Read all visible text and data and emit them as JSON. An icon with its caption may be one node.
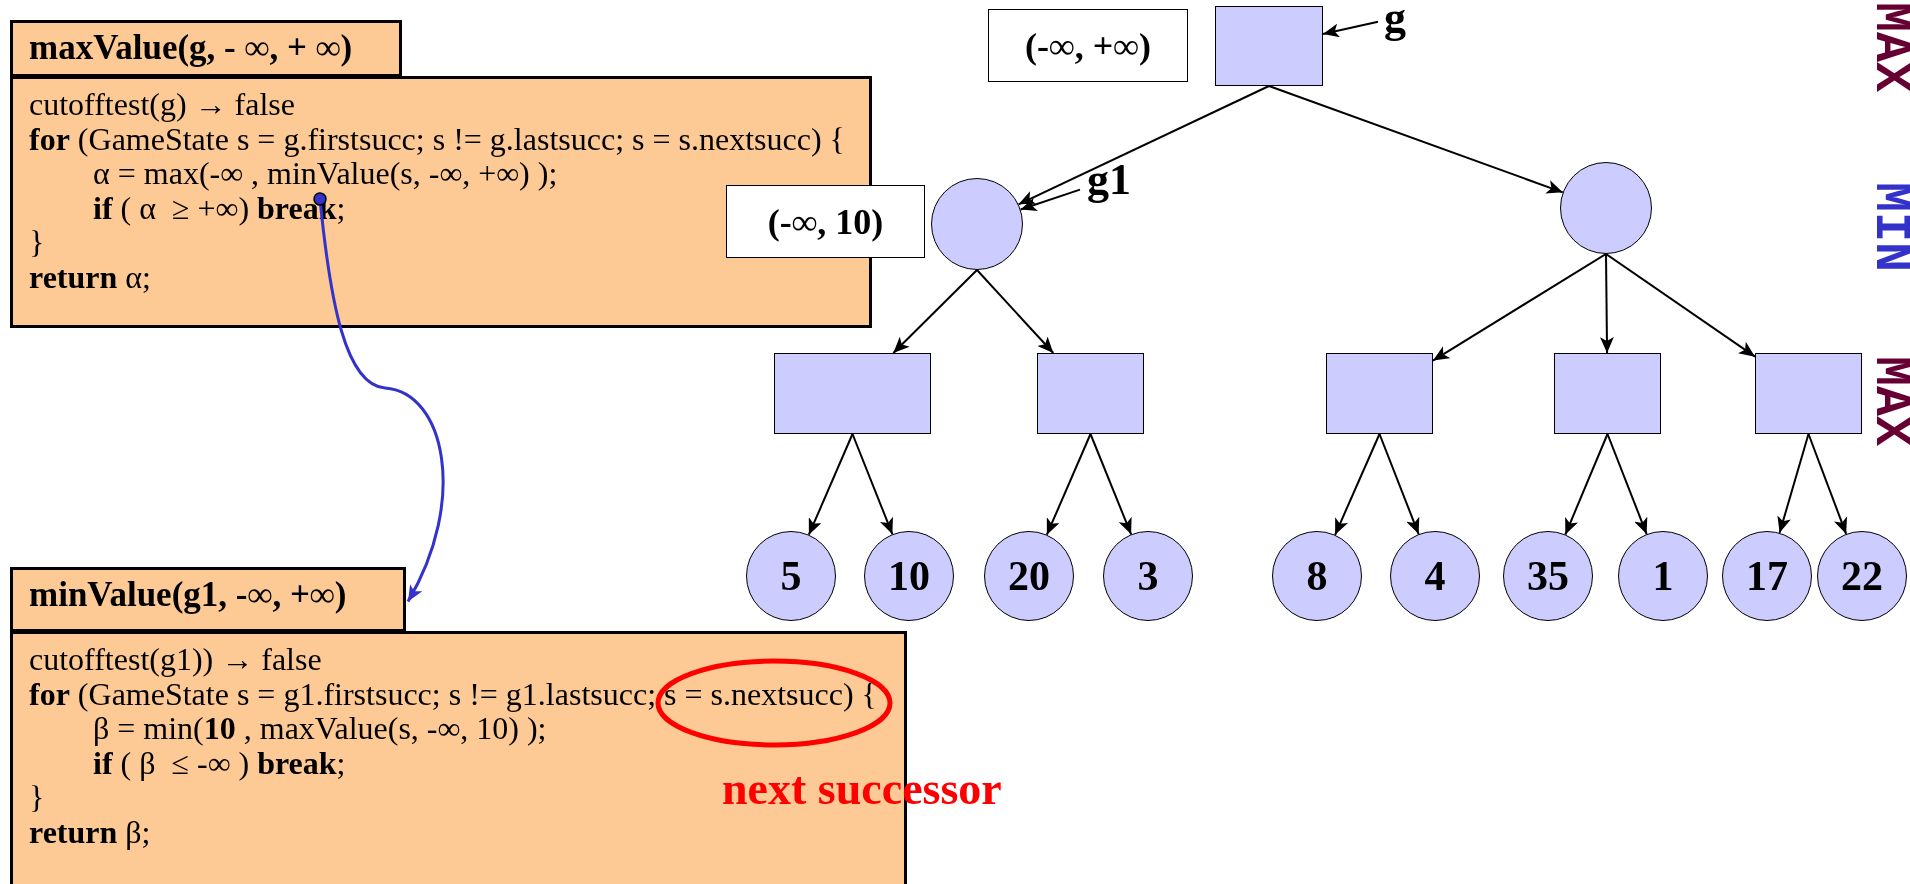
{
  "diagram": {
    "nodes": [
      {
        "text": [
          "maxValue(g, - ∞, + ∞)"
        ]
      },
      {
        "text": [
          "cutofftest(g) → false",
          "**for** (GameState s = g.firstsucc; s != g.lastsucc; s = s.nextsucc) {",
          "α = max(-∞ , minValue(s, -∞, +∞) );",
          "**if** ( α  ≥ +∞) **break**;",
          "}",
          "**return** α;"
        ]
      },
      {
        "text": [
          "minValue(g1, -∞, +∞)"
        ]
      },
      {
        "text": [
          "cutofftest(g1)) → false",
          "**for** (GameState s = g1.firstsucc; s != g1.lastsucc; s = s.nextsucc) {",
          "β = min(**10** , maxValue(s, -∞, 10) );",
          "**if** ( β  ≤ -∞ ) **break**;",
          "}",
          "**return** β;"
        ]
      },
      {
        "text": [
          "(-∞, +∞)"
        ]
      },
      {
        "text": [],
        "shape": "box"
      },
      {
        "text": [
          "g"
        ]
      },
      {
        "text": [
          "(-∞, 10)"
        ]
      },
      {
        "text": [],
        "shape": "circle"
      },
      {
        "text": [
          "g1"
        ]
      },
      {
        "text": [],
        "shape": "circle"
      },
      {
        "text": [],
        "shape": "box"
      },
      {
        "text": [],
        "shape": "box"
      },
      {
        "text": [],
        "shape": "box"
      },
      {
        "text": [],
        "shape": "box"
      },
      {
        "text": [],
        "shape": "box"
      },
      {
        "text": [
          "5"
        ]
      },
      {
        "text": [
          "10"
        ]
      },
      {
        "text": [
          "20"
        ]
      },
      {
        "text": [
          "3"
        ]
      },
      {
        "text": [
          "8"
        ]
      },
      {
        "text": [
          "4"
        ]
      },
      {
        "text": [
          "35"
        ]
      },
      {
        "text": [
          "1"
        ]
      },
      {
        "text": [
          "17"
        ]
      },
      {
        "text": [
          "22"
        ]
      }
    ],
    "edges": [
      {
        "from": 1,
        "to": 2,
        "arrow": "to",
        "color": "#3333cc"
      },
      {
        "from": 6,
        "to": 5,
        "arrow": "to"
      },
      {
        "from": 9,
        "to": 8,
        "arrow": "to"
      },
      {
        "from": 5,
        "to": 8,
        "arrow": "to"
      },
      {
        "from": 5,
        "to": 10,
        "arrow": "to"
      },
      {
        "from": 8,
        "to": 11,
        "arrow": "to"
      },
      {
        "from": 8,
        "to": 12,
        "arrow": "to"
      },
      {
        "from": 10,
        "to": 13,
        "arrow": "to"
      },
      {
        "from": 10,
        "to": 14,
        "arrow": "to"
      },
      {
        "from": 10,
        "to": 15,
        "arrow": "to"
      },
      {
        "from": 11,
        "to": 16,
        "arrow": "to"
      },
      {
        "from": 11,
        "to": 17,
        "arrow": "to"
      },
      {
        "from": 12,
        "to": 18,
        "arrow": "to"
      },
      {
        "from": 12,
        "to": 19,
        "arrow": "to"
      },
      {
        "from": 13,
        "to": 20,
        "arrow": "to"
      },
      {
        "from": 13,
        "to": 21,
        "arrow": "to"
      },
      {
        "from": 14,
        "to": 22,
        "arrow": "to"
      },
      {
        "from": 14,
        "to": 23,
        "arrow": "to"
      },
      {
        "from": 15,
        "to": 24,
        "arrow": "to"
      },
      {
        "from": 15,
        "to": 25,
        "arrow": "to"
      }
    ],
    "labels": [
      "MAX",
      "MIN",
      "MAX",
      "next successor"
    ]
  }
}
